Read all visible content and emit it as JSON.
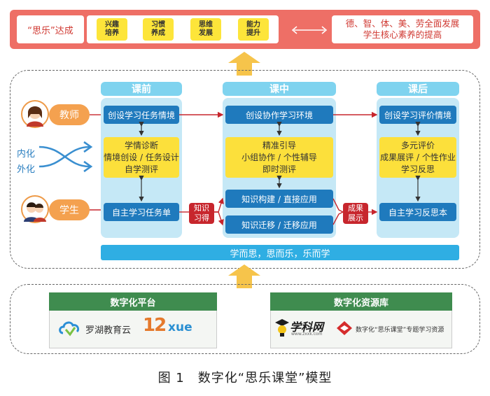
{
  "top": {
    "title": "“思乐”达成",
    "pills": [
      {
        "l1": "兴趣",
        "l2": "培养"
      },
      {
        "l1": "习惯",
        "l2": "养成"
      },
      {
        "l1": "思维",
        "l2": "发展"
      },
      {
        "l1": "能力",
        "l2": "提升"
      }
    ],
    "goal_line1": "德、智、体、美、劳全面发展",
    "goal_line2": "学生核心素养的提高"
  },
  "roles": {
    "teacher": "教师",
    "student": "学生",
    "internalize": "内化",
    "externalize": "外化"
  },
  "columns": {
    "before": {
      "header": "课前",
      "top_box": "创设学习任务情境",
      "middle": [
        "学情诊断",
        "情境创设 / 任务设计",
        "自学测评"
      ],
      "bottom_box": "自主学习任务单"
    },
    "during": {
      "header": "课中",
      "top_box": "创设协作学习环境",
      "middle": [
        "精准引导",
        "小组协作 / 个性辅导",
        "即时测评"
      ],
      "bottom_box1": "知识构建 / 直接应用",
      "bottom_box2": "知识迁移 / 迁移应用"
    },
    "after": {
      "header": "课后",
      "top_box": "创设学习评价情境",
      "middle": [
        "多元评价",
        "成果展评 / 个性作业",
        "学习反思"
      ],
      "bottom_box": "自主学习反思本"
    }
  },
  "connectors": {
    "knowledge": {
      "l1": "知识",
      "l2": "习得"
    },
    "result": {
      "l1": "成果",
      "l2": "展示"
    }
  },
  "bar_text": "学而思，思而乐，乐而学",
  "bottom": {
    "platform_title": "数字化平台",
    "platform_logo1": "罗湖教育云",
    "platform_logo2_main": "12",
    "platform_logo2_sub": "xue",
    "resource_title": "数字化资源库",
    "resource_logo1": "学科网",
    "resource_logo1_sub": "www.zxxk.com",
    "resource_logo2": "数字化“思乐课堂”专题学习资源"
  },
  "caption": "图 1　数字化“思乐课堂”模型",
  "colors": {
    "banner_red": "#ee6f66",
    "pill_yellow": "#fde53a",
    "column_header": "#7fd3ef",
    "column_bg": "#c5e8f6",
    "box_blue": "#1f7abd",
    "arrow_yellow": "#f6c44b",
    "tag_red": "#c7262d",
    "role_orange": "#f4a14f",
    "bottom_green": "#3f8c4f"
  }
}
